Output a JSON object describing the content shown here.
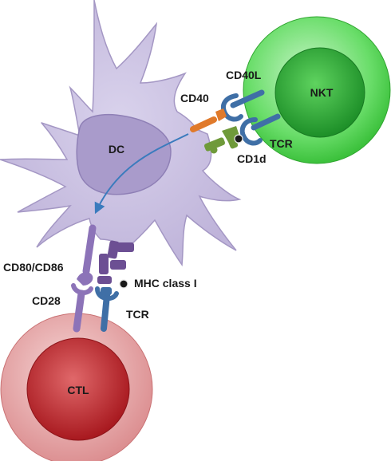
{
  "cells": {
    "dc": "DC",
    "nkt": "NKT",
    "ctl": "CTL"
  },
  "molecules": {
    "cd40l": "CD40L",
    "cd40": "CD40",
    "tcr_nkt": "TCR",
    "cd1d": "CD1d",
    "cd80_cd86": "CD80/CD86",
    "cd28": "CD28",
    "mhc_class_i": "MHC class I",
    "tcr_ctl": "TCR"
  },
  "colors": {
    "dc_fill": "#c9c0df",
    "dc_nucleus": "#a99bcb",
    "nkt_outer": "#5ed35e",
    "nkt_inner": "#1f9d2c",
    "ctl_outer": "#e4a4a4",
    "ctl_inner": "#c22a2f",
    "receptor_blue": "#3f6fa6",
    "cd40_orange": "#e07a2b",
    "cd1d_green": "#6f9a3a",
    "mhc_purple": "#6c4f93",
    "cd28_purple": "#8c73b8",
    "arrow_blue": "#3a7bbd"
  }
}
